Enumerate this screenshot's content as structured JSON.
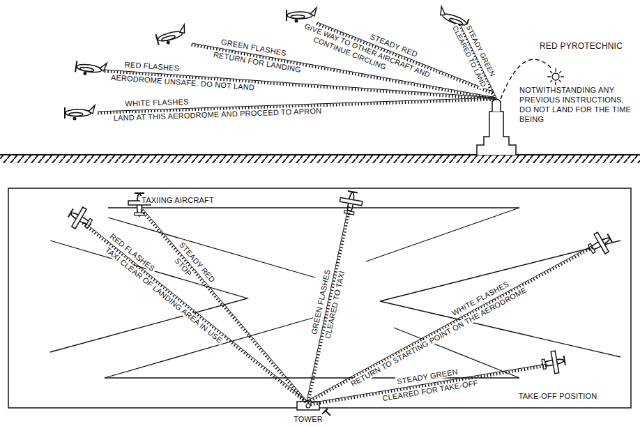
{
  "diagram": {
    "labels": [
      "STEADY RED",
      "GIVE WAY TO OTHER AIRCRAFT AND",
      "CONTINUE CIRCLING",
      "GREEN FLASHES",
      "RETURN FOR LANDING",
      "STEADY GREEN",
      "CLEARED TO LAND",
      "RED PYROTECHNIC",
      "NOTWITHSTANDING ANY PREVIOUS INSTRUCTIONS, DO NOT LAND FOR THE TIME BEING",
      "RED FLASHES",
      "AERODROME UNSAFE. DO NOT LAND",
      "WHITE FLASHES",
      "LAND AT THIS AERODROME AND PROCEED TO APRON",
      "TAXIING AIRCRAFT",
      "RED FLASHES",
      "TAXI CLEAR OF LANDING AREA IN USE",
      "STEADY RED",
      "STOP",
      "GREEN FLASHES",
      "CLEARED TO TAXI",
      "WHITE FLASHES",
      "RETURN TO STARTING POINT ON THE AERODROME",
      "STEADY GREEN",
      "CLEARED FOR TAKE-OFF",
      "TAKE-OFF POSITION",
      "TOWER"
    ]
  }
}
